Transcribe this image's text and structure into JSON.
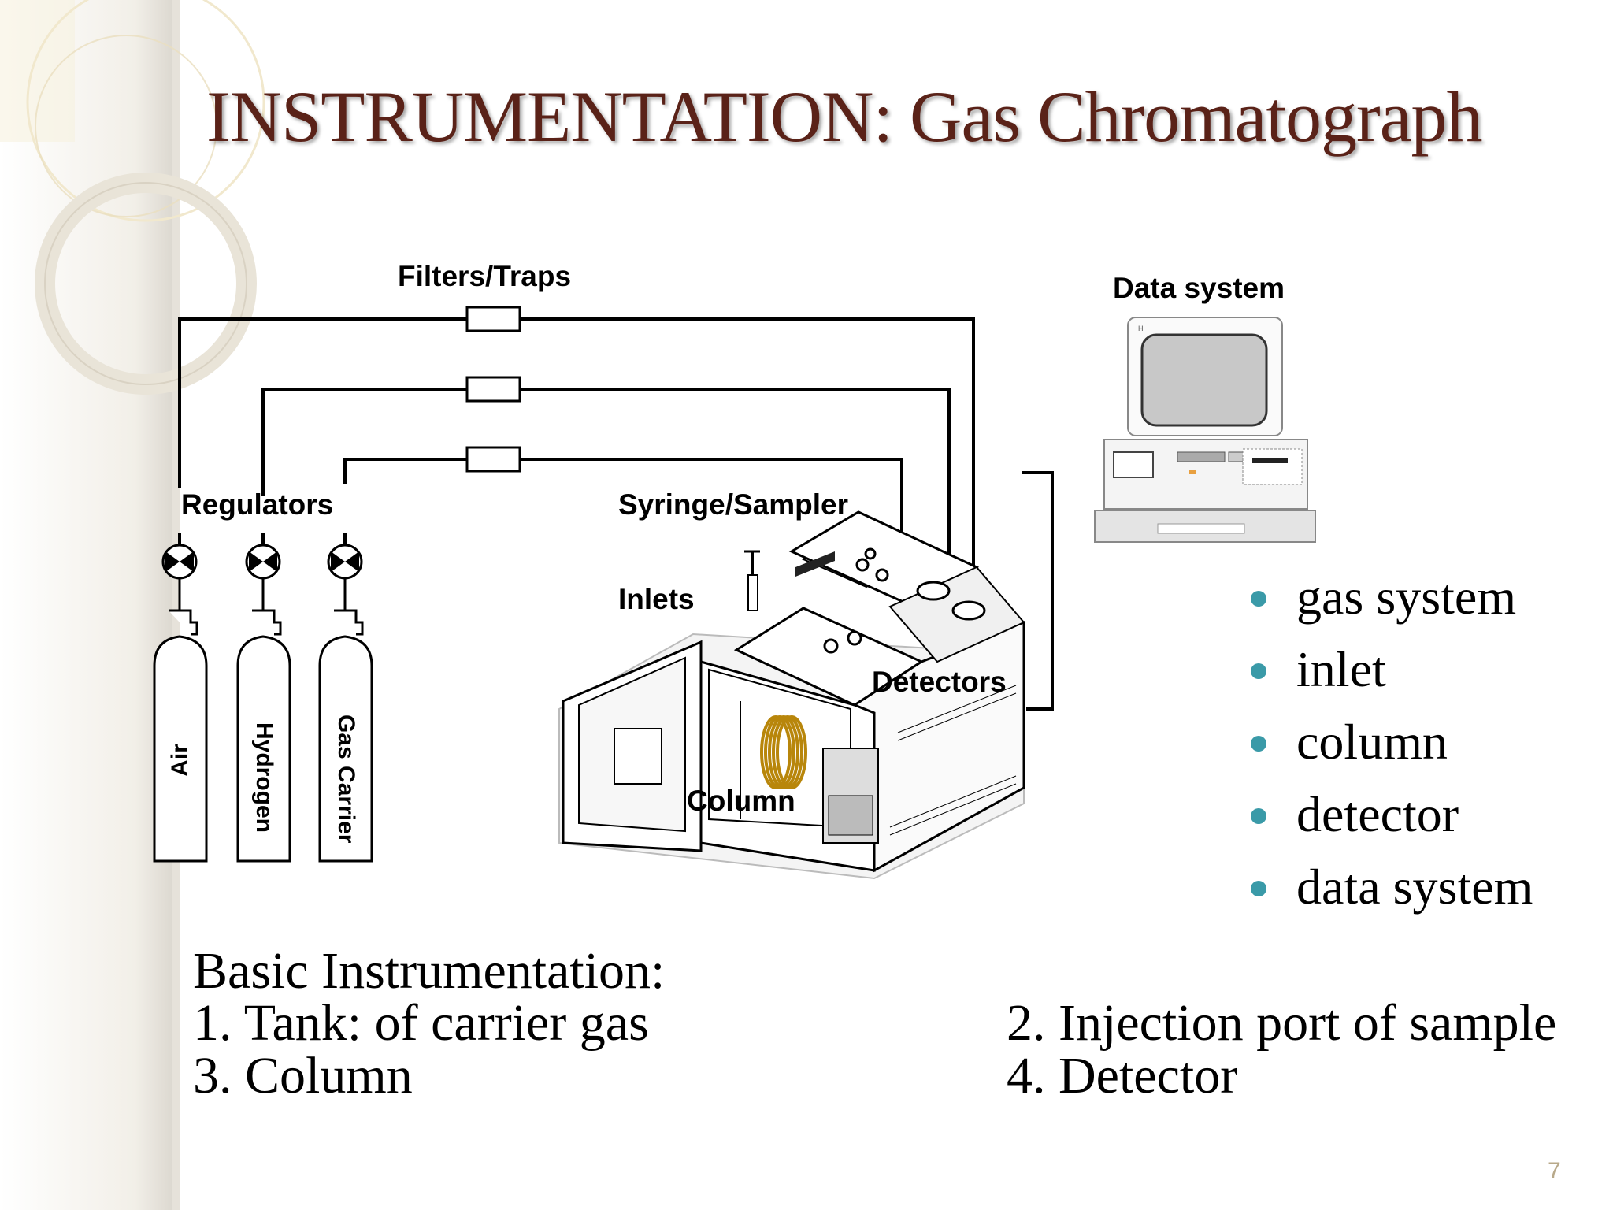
{
  "title": "INSTRUMENTATION: Gas Chromatograph",
  "diagram_labels": {
    "filters_traps": "Filters/Traps",
    "data_system": "Data system",
    "regulators": "Regulators",
    "syringe_sampler": "Syringe/Sampler",
    "inlets": "Inlets",
    "detectors": "Detectors",
    "column": "Column",
    "tank_air": "Air",
    "tank_hydrogen": "Hydrogen",
    "tank_gas_carrier": "Gas Carrier"
  },
  "bullets": [
    "gas system",
    "inlet",
    "column",
    "detector",
    "data system"
  ],
  "basic": {
    "heading": "Basic Instrumentation:",
    "item1": "1. Tank: of carrier gas",
    "item2": "2. Injection port of sample",
    "item3": "3. Column",
    "item4": "4. Detector"
  },
  "page_number": "7",
  "colors": {
    "title": "#5a2218",
    "bullet": "#3a9aa8",
    "column_coil": "#b8860b",
    "page_number": "#b8a98a"
  }
}
